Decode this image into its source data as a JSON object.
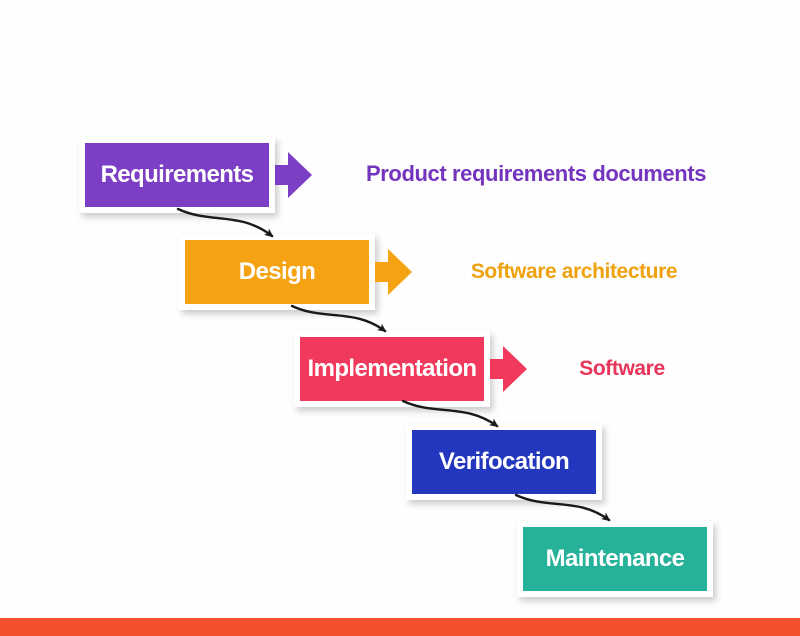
{
  "diagram": {
    "type": "waterfall-model",
    "stages": [
      {
        "label": "Requirements",
        "annotation": "Product requirements documents",
        "box_color": "#7B3EC4",
        "text_color": "#7434BE",
        "has_block_arrow": true
      },
      {
        "label": "Design",
        "annotation": "Software architecture",
        "box_color": "#F6A313",
        "text_color": "#F0A20E",
        "has_block_arrow": true
      },
      {
        "label": "Implementation",
        "annotation": "Software",
        "box_color": "#F0395C",
        "text_color": "#E8355A",
        "has_block_arrow": true
      },
      {
        "label": "Verifocation",
        "annotation": "",
        "box_color": "#2337BE",
        "has_block_arrow": false
      },
      {
        "label": "Maintenance",
        "annotation": "",
        "box_color": "#26B199",
        "has_block_arrow": false
      }
    ],
    "label_text_color": "#FFFFFF",
    "connector_color": "#1A1A1A",
    "footer_bar_color": "#F3502E",
    "background_color": "#FFFFFF"
  }
}
